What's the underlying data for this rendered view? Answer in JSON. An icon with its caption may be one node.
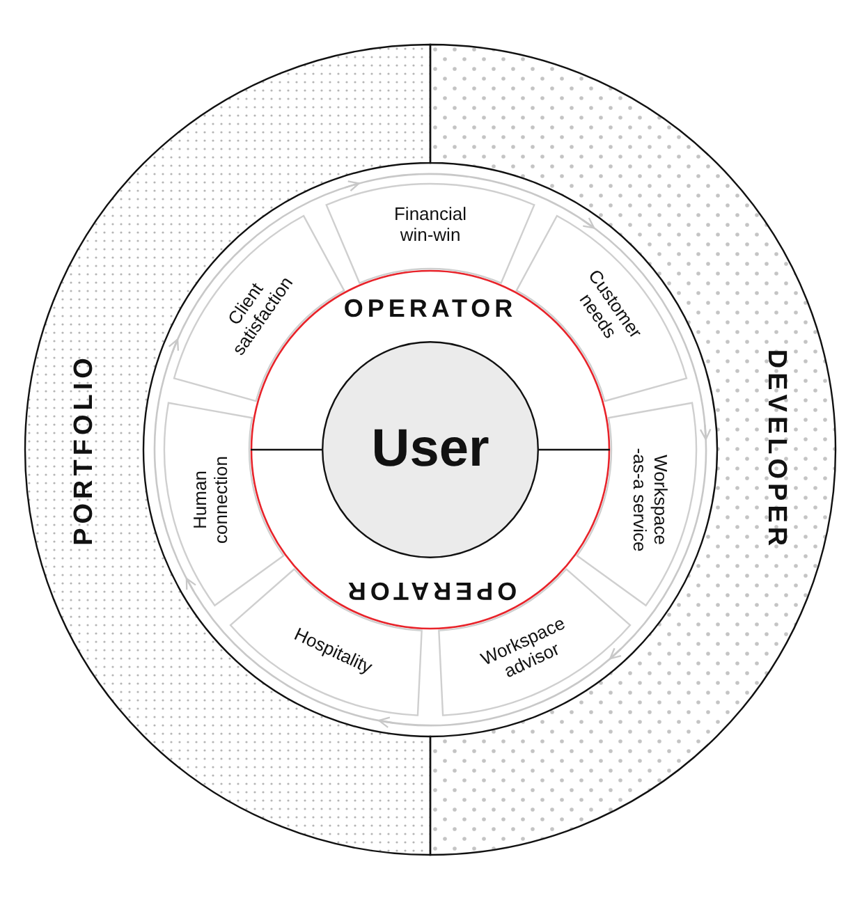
{
  "diagram": {
    "nodes": [
      {
        "text": [
          "PORTFOLIO"
        ]
      },
      {
        "text": [
          "DEVELOPER"
        ]
      },
      {
        "text": [
          "OPERATOR",
          "OPERATOR"
        ]
      },
      {
        "text": [
          "User"
        ],
        "in": 2
      },
      {
        "text": [
          "Financial win-win"
        ]
      },
      {
        "text": [
          "Customer needs"
        ]
      },
      {
        "text": [
          "Workspace -as-a service"
        ]
      },
      {
        "text": [
          "Workspace advisor"
        ]
      },
      {
        "text": [
          "Hospitality"
        ]
      },
      {
        "text": [
          "Human connection"
        ]
      },
      {
        "text": [
          "Client satisfaction"
        ]
      }
    ],
    "edges": [
      {
        "from": 4,
        "to": 5,
        "arrow": "to"
      },
      {
        "from": 5,
        "to": 6,
        "arrow": "to"
      },
      {
        "from": 6,
        "to": 7,
        "arrow": "to"
      },
      {
        "from": 7,
        "to": 8,
        "arrow": "to"
      },
      {
        "from": 8,
        "to": 9,
        "arrow": "to"
      },
      {
        "from": 9,
        "to": 10,
        "arrow": "to"
      },
      {
        "from": 10,
        "to": 4,
        "arrow": "to"
      }
    ]
  }
}
